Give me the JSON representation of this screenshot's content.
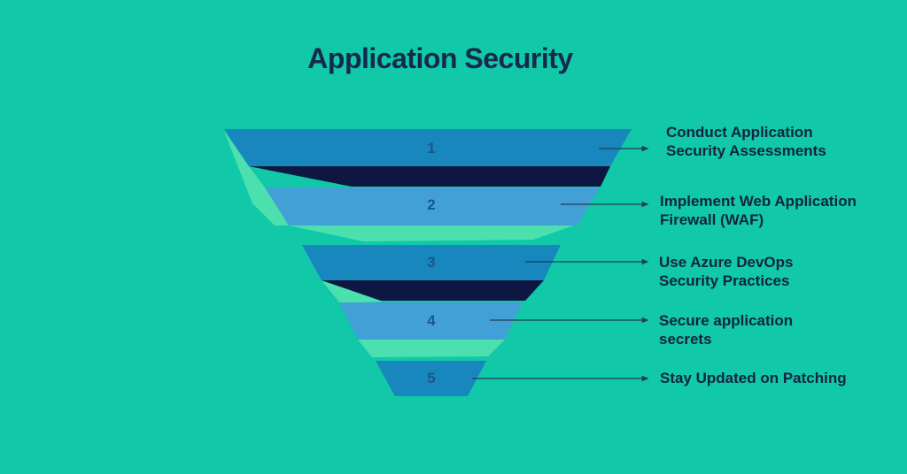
{
  "title": "Application Security",
  "funnel": {
    "levels": [
      {
        "number": "1",
        "line1": "Conduct Application",
        "line2": "Security Assessments"
      },
      {
        "number": "2",
        "line1": "Implement Web Application",
        "line2": "Firewall (WAF)"
      },
      {
        "number": "3",
        "line1": "Use Azure DevOps",
        "line2": "Security Practices"
      },
      {
        "number": "4",
        "line1": "Secure application",
        "line2": "secrets"
      },
      {
        "number": "5",
        "line1": "Stay Updated on Patching",
        "line2": ""
      }
    ]
  },
  "colors": {
    "background": "#11c8a8",
    "tier_dark_blue": "#1787bd",
    "tier_light_blue": "#42a0d6",
    "interior_navy": "#0d1741",
    "interior_mint": "#4ce0ae",
    "text_dark": "#0f2441",
    "number": "#1d568a",
    "connector": "#1f3e52"
  }
}
